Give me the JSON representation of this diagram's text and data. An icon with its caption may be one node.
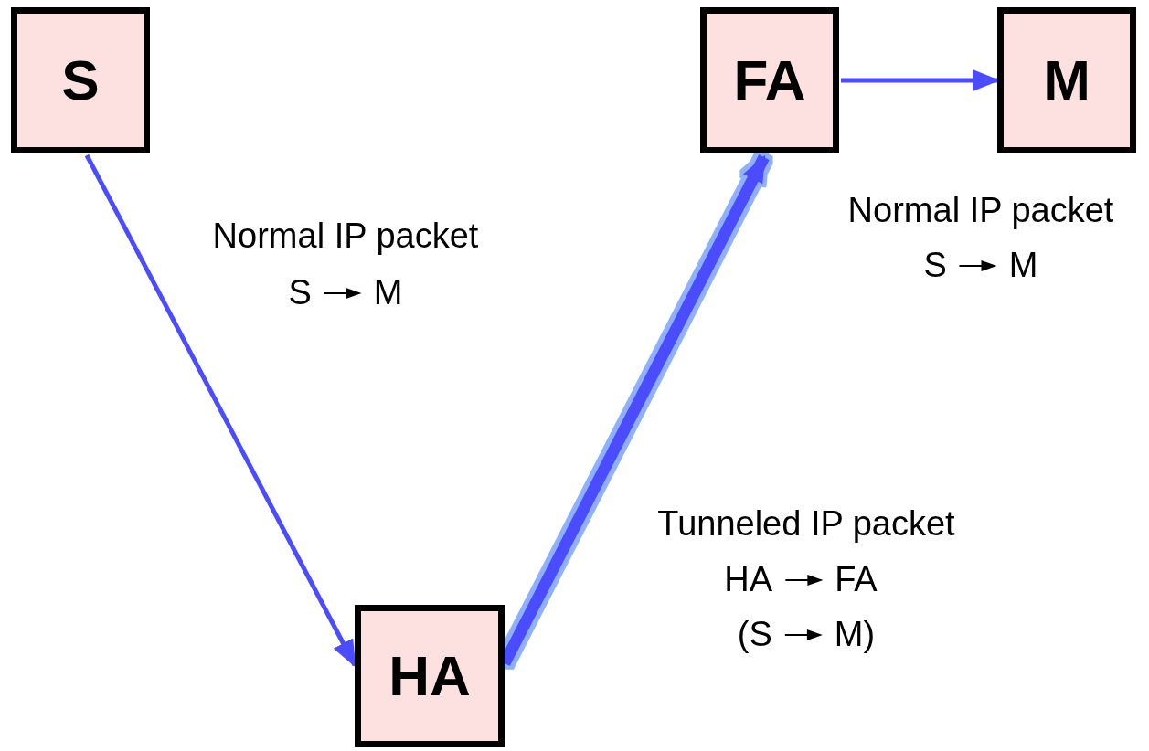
{
  "diagram": {
    "nodes": [
      {
        "text": [
          "S"
        ]
      },
      {
        "text": [
          "HA"
        ]
      },
      {
        "text": [
          "FA"
        ]
      },
      {
        "text": [
          "M"
        ]
      }
    ],
    "edges": [
      {
        "from": 0,
        "to": 1,
        "arrow": "to"
      },
      {
        "from": 1,
        "to": 2,
        "arrow": "to",
        "style": "thick"
      },
      {
        "from": 2,
        "to": 3,
        "arrow": "to"
      }
    ],
    "labels": [
      "Normal IP packet",
      "S",
      "M",
      "Normal IP packet",
      "S",
      "M",
      "Tunneled IP packet",
      "HA",
      "FA",
      "(S",
      "M)"
    ]
  }
}
